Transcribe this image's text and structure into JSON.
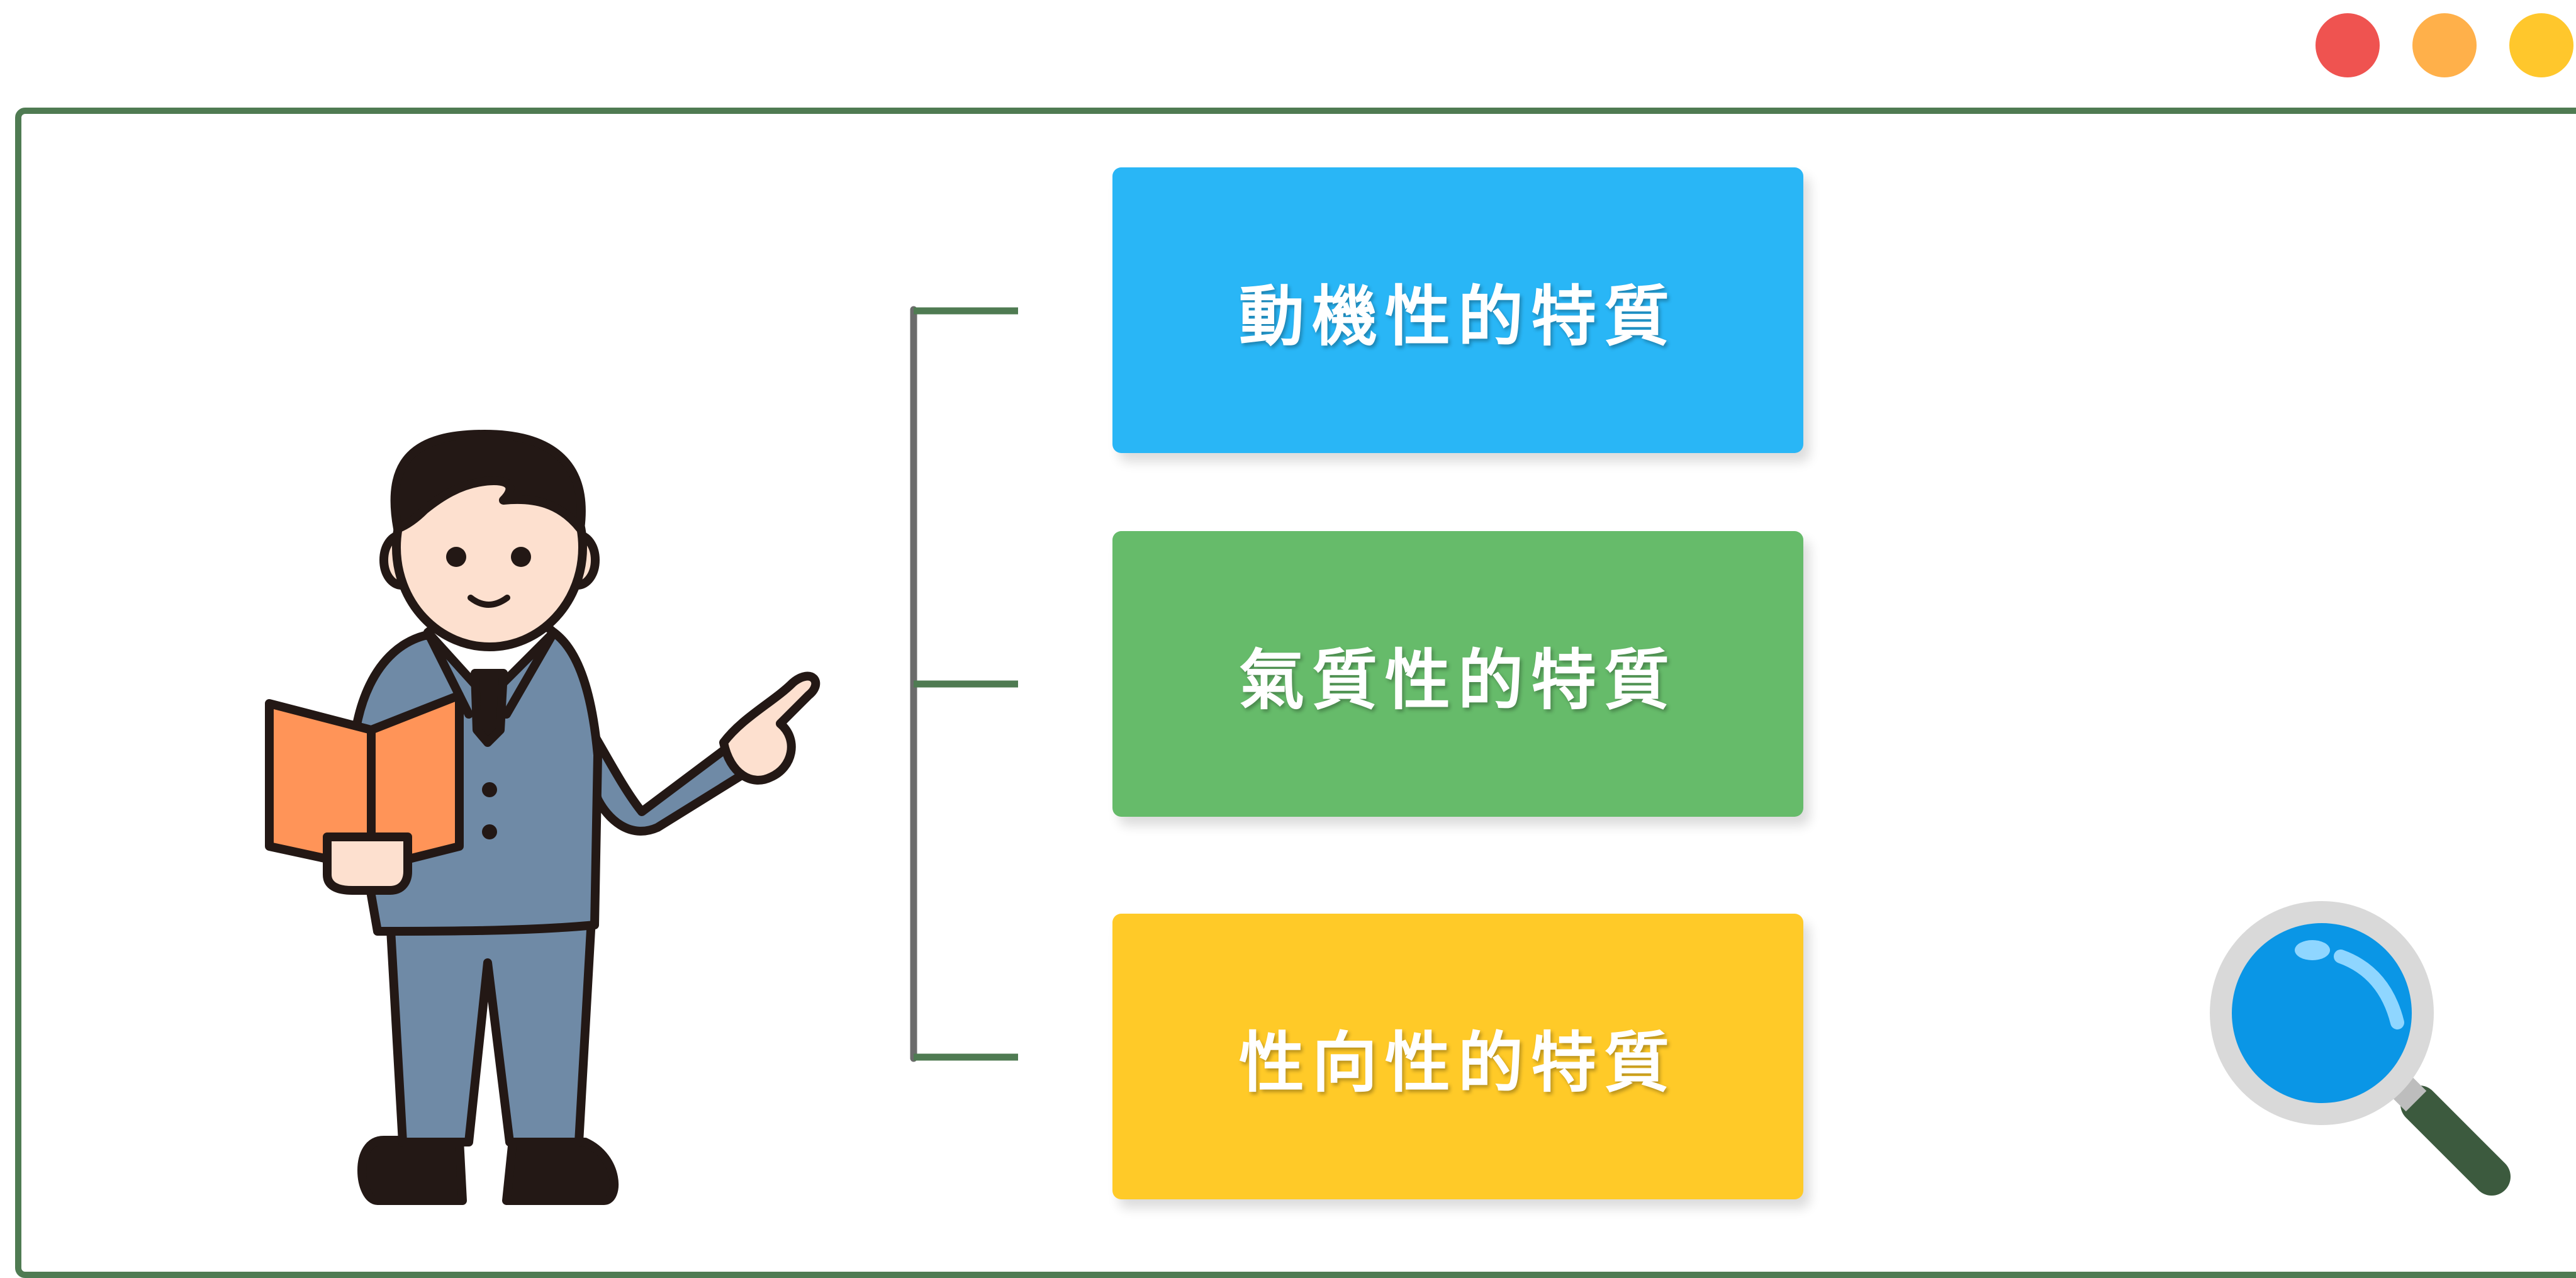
{
  "window": {
    "dots": [
      {
        "name": "red",
        "color": "#ef5350"
      },
      {
        "name": "orange",
        "color": "#ffb04a"
      },
      {
        "name": "yellow",
        "color": "#ffc72c"
      }
    ]
  },
  "diagram": {
    "items": [
      {
        "label": "動機性的特質",
        "color": "#29b6f6"
      },
      {
        "label": "氣質性的特質",
        "color": "#66bb6a"
      },
      {
        "label": "性向性的特質",
        "color": "#ffca28"
      }
    ]
  },
  "icons": {
    "person": "person-reading-icon",
    "magnifier": "magnifying-glass-icon"
  }
}
